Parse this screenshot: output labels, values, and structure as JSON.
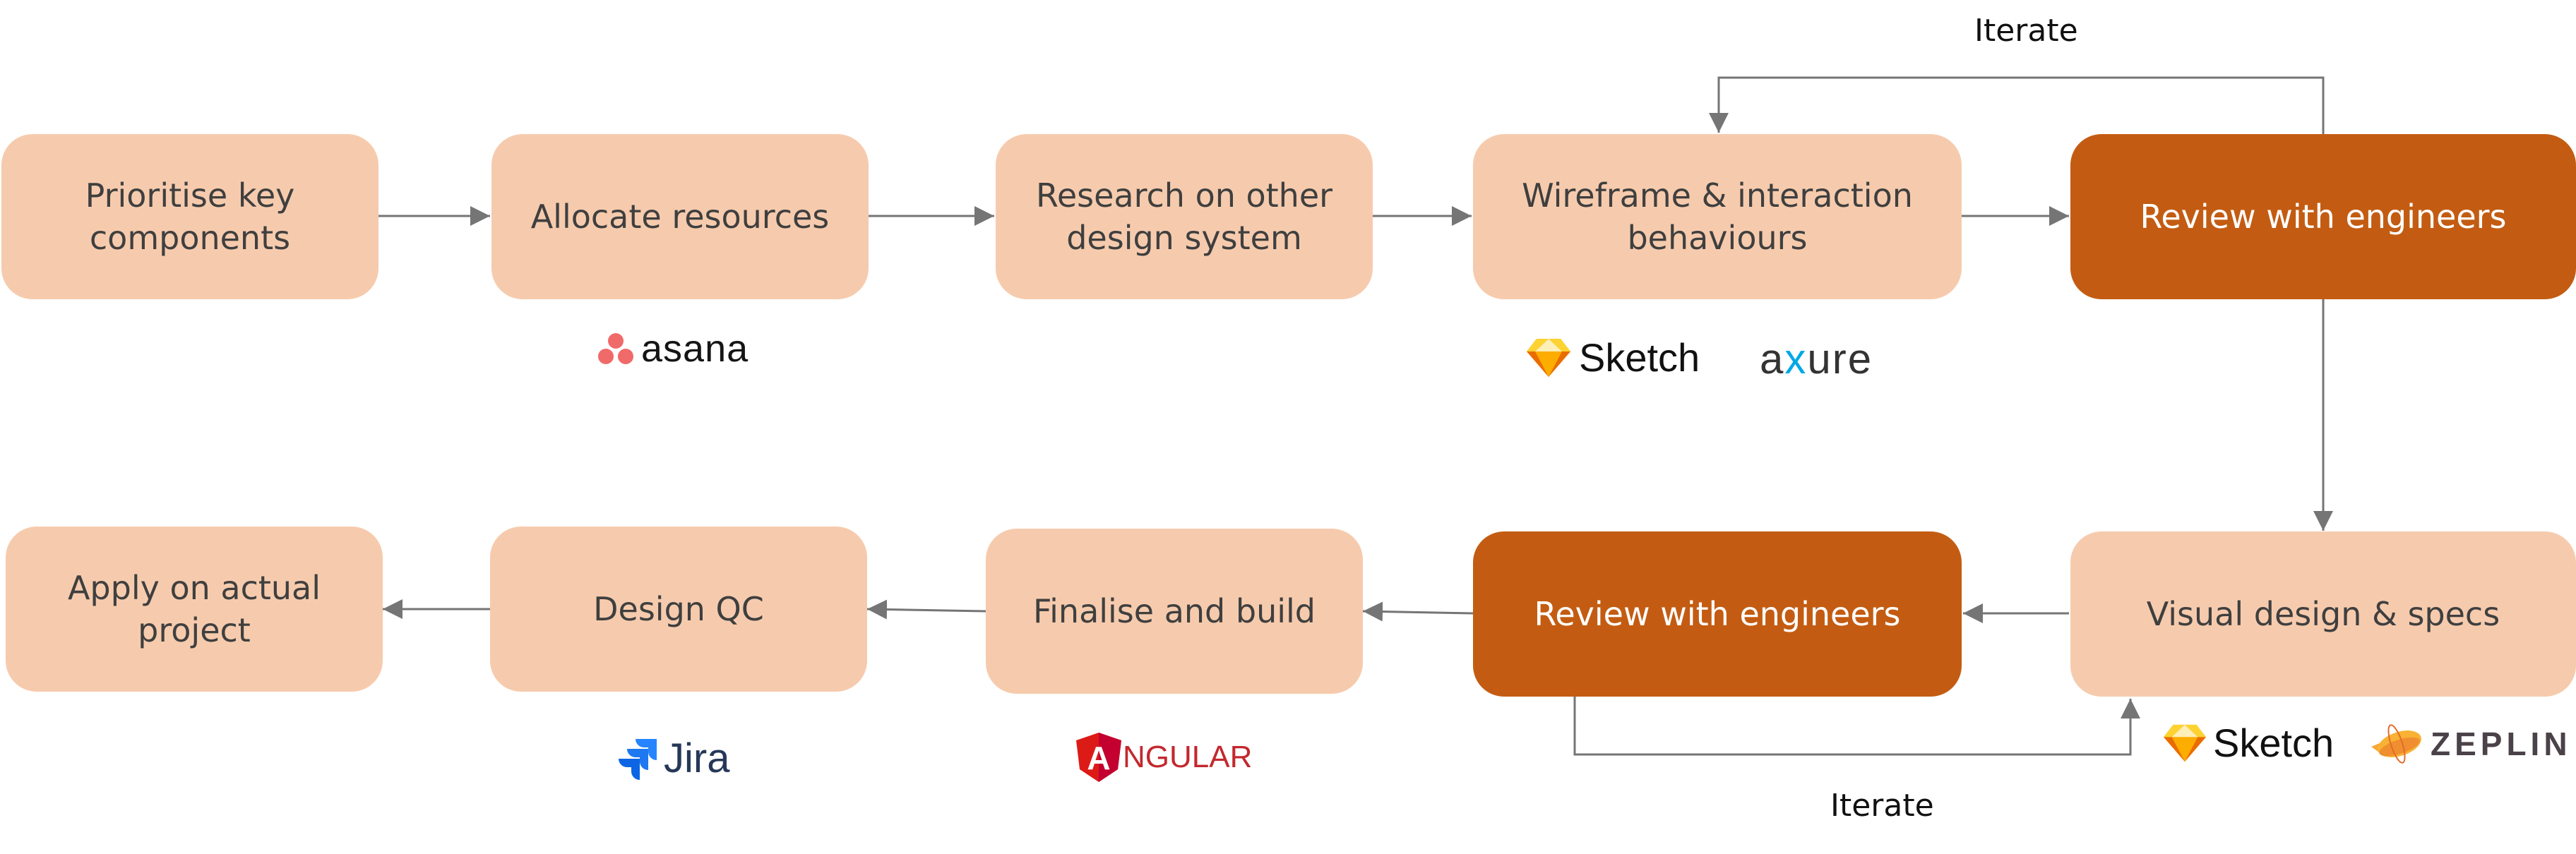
{
  "colors": {
    "step_fill": "#f6cbad",
    "review_fill": "#c35c12",
    "step_text": "#3f3f3f",
    "review_text": "#ffffff",
    "connector": "#757575"
  },
  "steps": [
    {
      "id": "s1",
      "label": "Prioritise key\ncomponents",
      "style": "light"
    },
    {
      "id": "s2",
      "label": "Allocate resources",
      "style": "light"
    },
    {
      "id": "s3",
      "label": "Research on other\ndesign system",
      "style": "light"
    },
    {
      "id": "s4",
      "label": "Wireframe & interaction\nbehaviours",
      "style": "light"
    },
    {
      "id": "s5",
      "label": "Review with engineers",
      "style": "dark"
    },
    {
      "id": "s6",
      "label": "Visual design & specs",
      "style": "light"
    },
    {
      "id": "s7",
      "label": "Review with engineers",
      "style": "dark"
    },
    {
      "id": "s8",
      "label": "Finalise and build",
      "style": "light"
    },
    {
      "id": "s9",
      "label": "Design QC",
      "style": "light"
    },
    {
      "id": "s10",
      "label": "Apply on actual\nproject",
      "style": "light"
    }
  ],
  "flow": [
    {
      "from": "s1",
      "to": "s2"
    },
    {
      "from": "s2",
      "to": "s3"
    },
    {
      "from": "s3",
      "to": "s4"
    },
    {
      "from": "s4",
      "to": "s5"
    },
    {
      "from": "s5",
      "to": "s6"
    },
    {
      "from": "s6",
      "to": "s7"
    },
    {
      "from": "s7",
      "to": "s8"
    },
    {
      "from": "s8",
      "to": "s9"
    },
    {
      "from": "s9",
      "to": "s10"
    },
    {
      "from": "s5",
      "to": "s4",
      "label": "Iterate"
    },
    {
      "from": "s7",
      "to": "s6",
      "label": "Iterate"
    }
  ],
  "iterate_labels": {
    "top": "Iterate",
    "bottom": "Iterate"
  },
  "tools": {
    "asana": "asana",
    "sketch_1": "Sketch",
    "axure": {
      "a": "a",
      "x": "x",
      "ure": "ure"
    },
    "sketch_2": "Sketch",
    "zeplin": "ZEPLIN",
    "jira": "Jira",
    "angular": {
      "initial": "A",
      "rest": "NGULAR"
    }
  }
}
